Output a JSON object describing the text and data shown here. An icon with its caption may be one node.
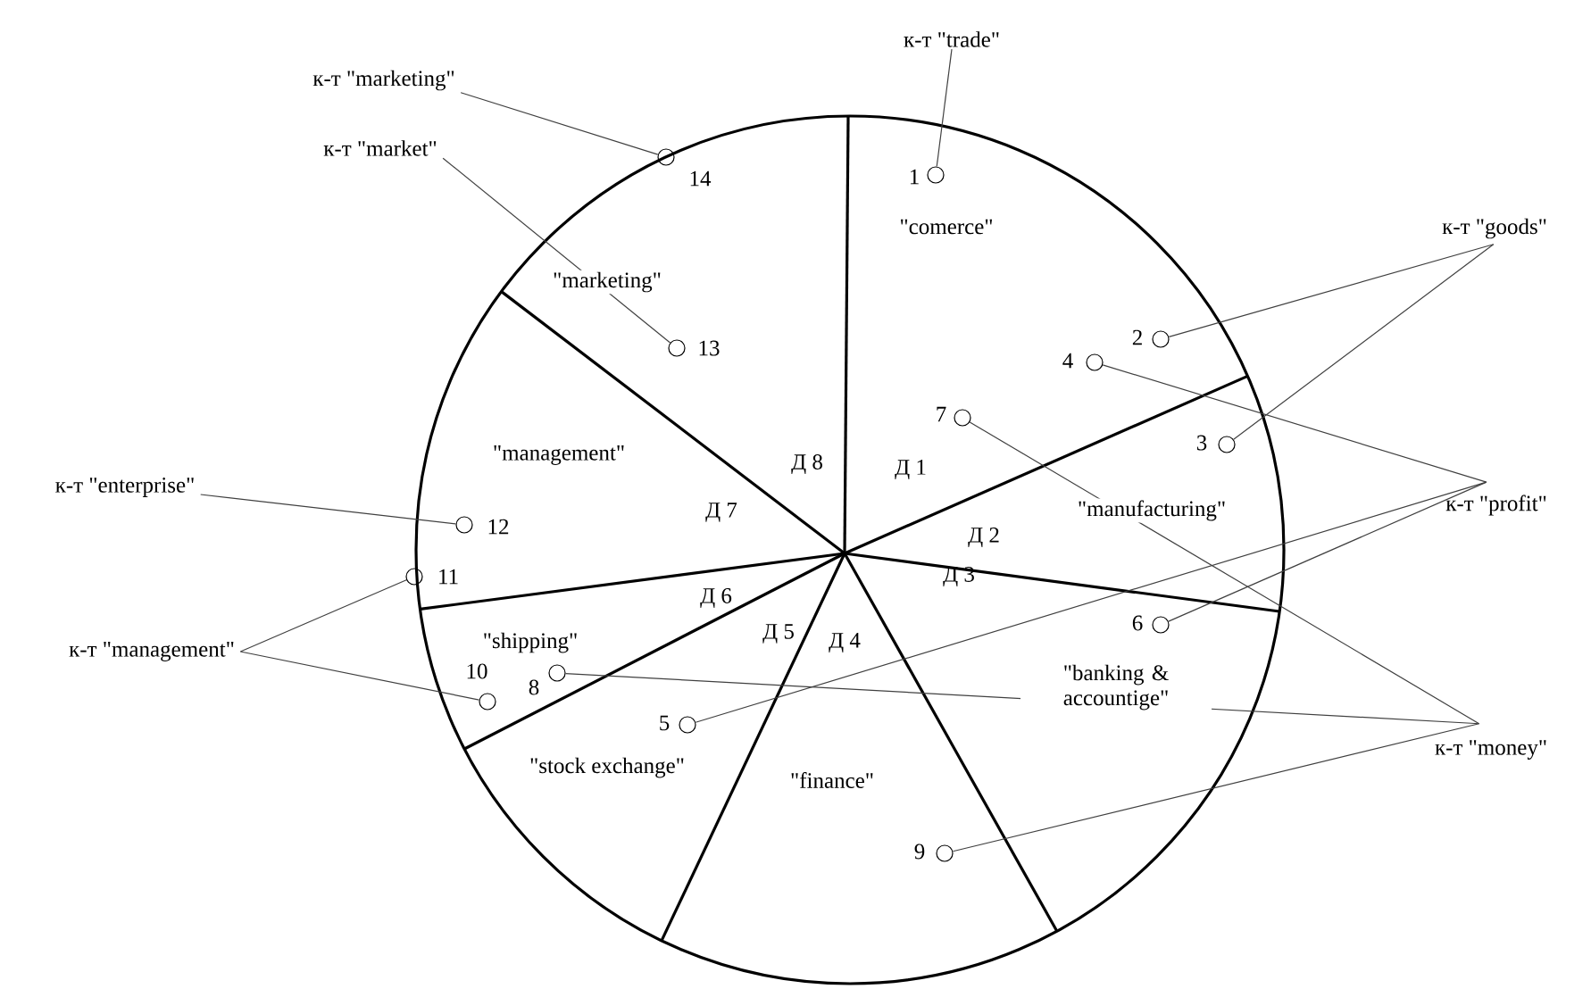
{
  "diagram": {
    "nodes": [
      {
        "text": [
          "к-т \"trade\""
        ]
      },
      {
        "text": [
          "к-т \"marketing\""
        ]
      },
      {
        "text": [
          "к-т \"market\""
        ]
      },
      {
        "text": [
          "к-т \"goods\""
        ]
      },
      {
        "text": [
          "к-т \"enterprise\""
        ]
      },
      {
        "text": [
          "к-т \"profit\""
        ]
      },
      {
        "text": [
          "к-т \"management\""
        ]
      },
      {
        "text": [
          "к-т \"money\""
        ]
      },
      {
        "text": [],
        "shape": "circle",
        "beside": [
          "1"
        ]
      },
      {
        "text": [],
        "shape": "circle",
        "beside": [
          "2"
        ]
      },
      {
        "text": [],
        "shape": "circle",
        "beside": [
          "3"
        ]
      },
      {
        "text": [],
        "shape": "circle",
        "beside": [
          "4"
        ]
      },
      {
        "text": [],
        "shape": "circle",
        "beside": [
          "5"
        ]
      },
      {
        "text": [],
        "shape": "circle",
        "beside": [
          "6"
        ]
      },
      {
        "text": [],
        "shape": "circle",
        "beside": [
          "7"
        ]
      },
      {
        "text": [],
        "shape": "circle",
        "beside": [
          "8"
        ]
      },
      {
        "text": [],
        "shape": "circle",
        "beside": [
          "9"
        ]
      },
      {
        "text": [],
        "shape": "circle",
        "beside": [
          "10"
        ]
      },
      {
        "text": [],
        "shape": "circle",
        "beside": [
          "11"
        ]
      },
      {
        "text": [],
        "shape": "circle",
        "beside": [
          "12"
        ]
      },
      {
        "text": [],
        "shape": "circle",
        "beside": [
          "13"
        ]
      },
      {
        "text": [],
        "shape": "circle",
        "beside": [
          "14"
        ]
      }
    ],
    "edges": [
      {
        "from": 0,
        "to": 8,
        "arrow": "none"
      },
      {
        "from": 3,
        "to": 9,
        "arrow": "none"
      },
      {
        "from": 3,
        "to": 10,
        "arrow": "none"
      },
      {
        "from": 5,
        "to": 11,
        "arrow": "none"
      },
      {
        "from": 5,
        "to": 13,
        "arrow": "none"
      },
      {
        "from": 5,
        "to": 12,
        "arrow": "none"
      },
      {
        "from": 7,
        "to": 14,
        "arrow": "none"
      },
      {
        "from": 7,
        "to": 15,
        "arrow": "none"
      },
      {
        "from": 7,
        "to": 16,
        "arrow": "none"
      },
      {
        "from": 6,
        "to": 18,
        "arrow": "none"
      },
      {
        "from": 6,
        "to": 17,
        "arrow": "none"
      },
      {
        "from": 4,
        "to": 19,
        "arrow": "none"
      },
      {
        "from": 2,
        "to": 20,
        "arrow": "none"
      },
      {
        "from": 1,
        "to": 21,
        "arrow": "none"
      }
    ],
    "labels": [
      "\"comerce\"",
      "\"marketing\"",
      "\"management\"",
      "Д 8",
      "Д 1",
      "Д 7",
      "\"manufacturing\"",
      "Д 2",
      "Д 3",
      "Д 6",
      "\"shipping\"",
      "Д 5",
      "Д 4",
      "\"banking & accountige\"",
      "\"stock exchange\"",
      "\"finance\""
    ]
  }
}
